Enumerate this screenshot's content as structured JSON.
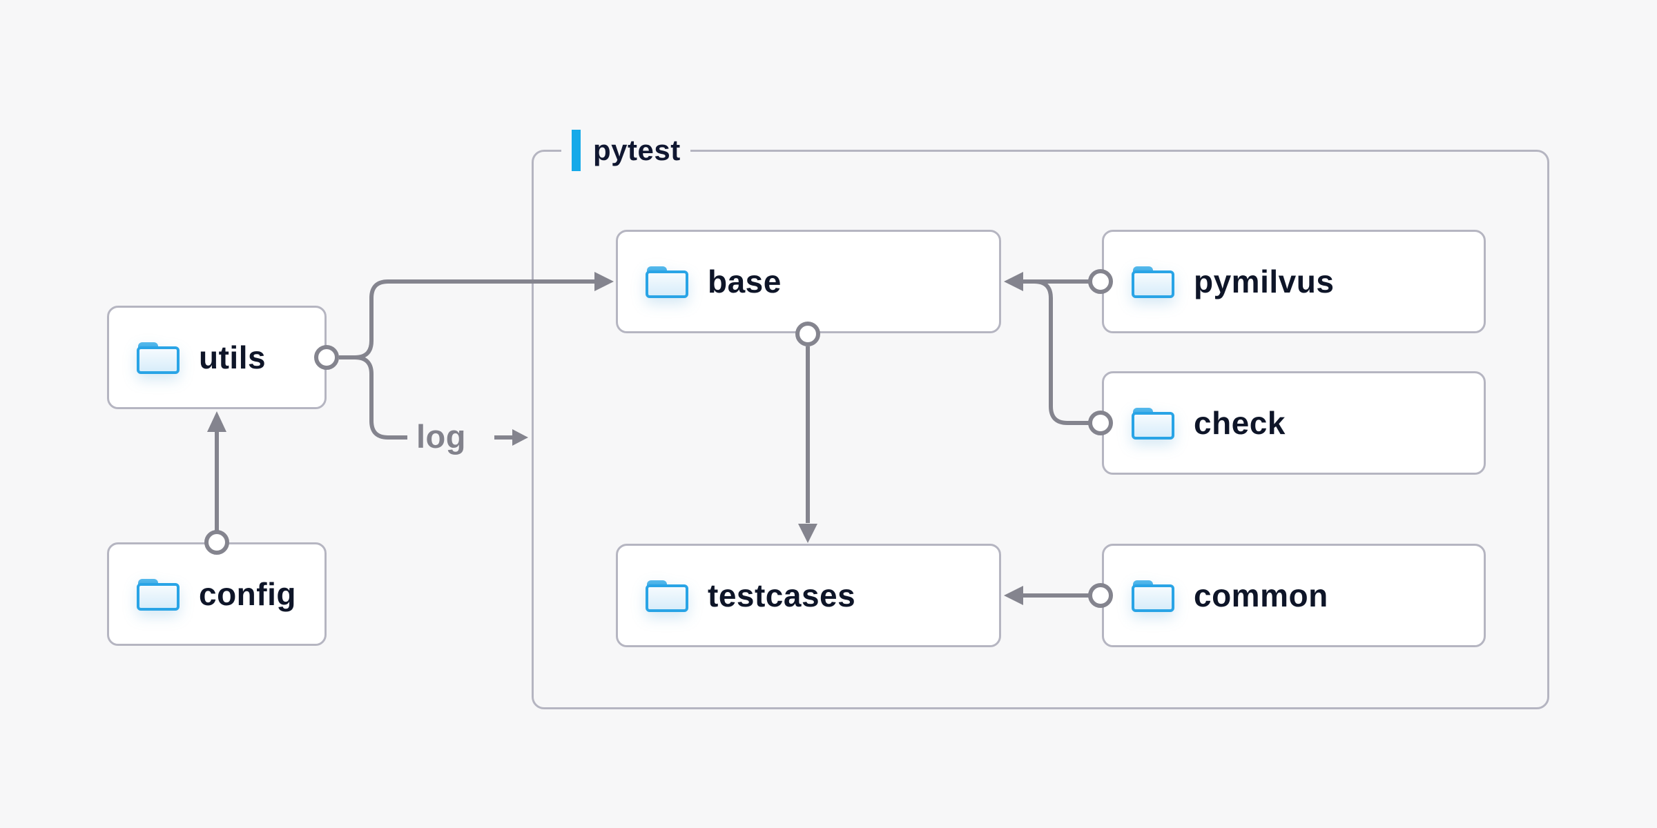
{
  "diagram": {
    "group": {
      "label": "pytest",
      "accent_color": "#16a9e9"
    },
    "nodes": {
      "utils": {
        "label": "utils",
        "icon": "folder-icon"
      },
      "config": {
        "label": "config",
        "icon": "folder-icon"
      },
      "base": {
        "label": "base",
        "icon": "folder-icon"
      },
      "pymilvus": {
        "label": "pymilvus",
        "icon": "folder-icon"
      },
      "check": {
        "label": "check",
        "icon": "folder-icon"
      },
      "testcases": {
        "label": "testcases",
        "icon": "folder-icon"
      },
      "common": {
        "label": "common",
        "icon": "folder-icon"
      }
    },
    "edges": [
      {
        "from": "config",
        "to": "utils",
        "style": "arrow"
      },
      {
        "from": "utils",
        "to": "base",
        "style": "arrow"
      },
      {
        "from": "utils",
        "to": "log",
        "style": "arrow",
        "label": "log"
      },
      {
        "from": "pymilvus",
        "to": "base",
        "style": "arrow"
      },
      {
        "from": "check",
        "to": "base",
        "style": "arrow"
      },
      {
        "from": "base",
        "to": "testcases",
        "style": "arrow"
      },
      {
        "from": "common",
        "to": "testcases",
        "style": "arrow"
      }
    ],
    "log_label": "log",
    "colors": {
      "background": "#f7f7f8",
      "node_fill": "#ffffff",
      "node_border": "#b5b5c1",
      "edge_line": "#84848e",
      "label_text": "#0e1528",
      "edge_label_text": "#82828c",
      "accent_blue": "#16a9e9",
      "folder_border_blue": "#29a4e6",
      "folder_fill_light": "#e9f5fd"
    }
  }
}
